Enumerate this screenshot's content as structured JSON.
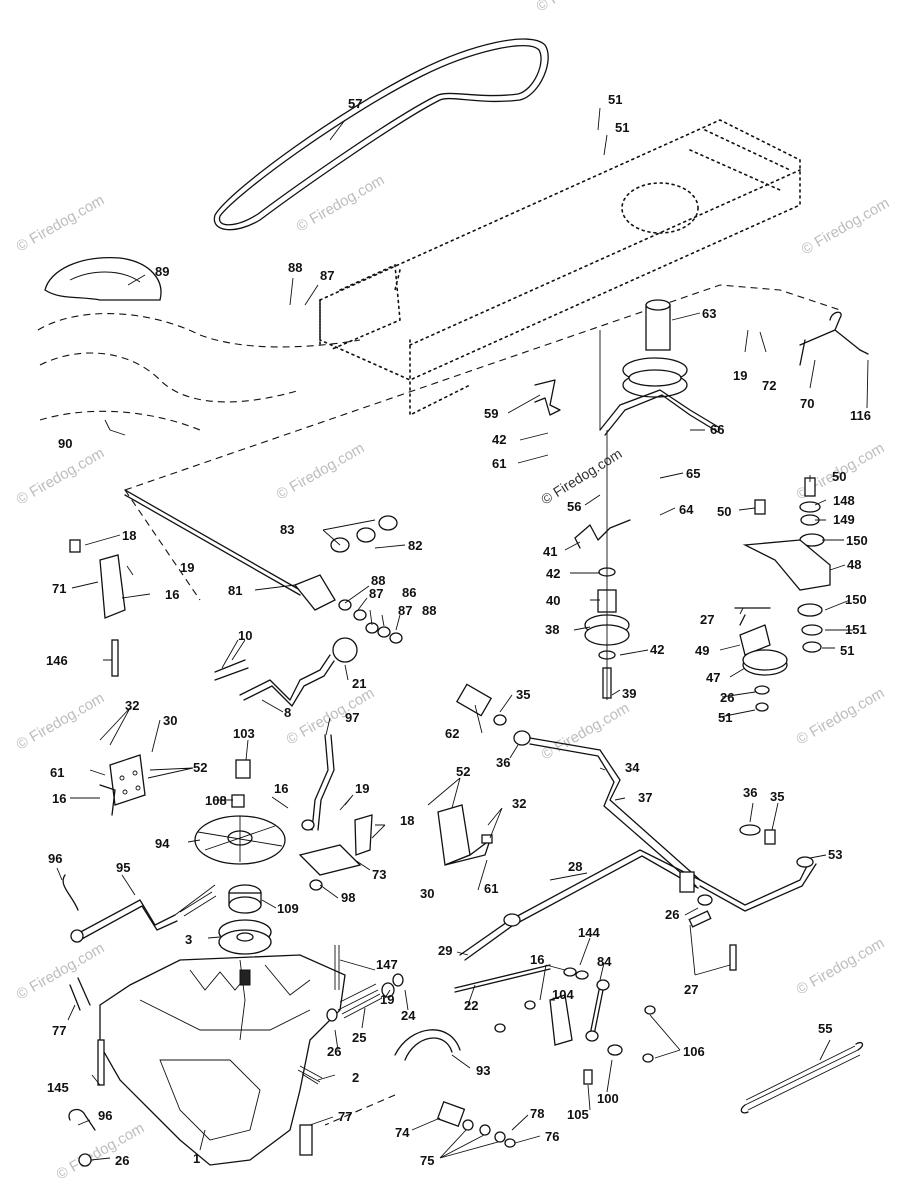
{
  "watermark": {
    "text": "© Firedog.com",
    "copyright": "© Firedog.com"
  },
  "labels": [
    {
      "id": "57",
      "text": "57"
    },
    {
      "id": "51a",
      "text": "51"
    },
    {
      "id": "51b",
      "text": "51"
    },
    {
      "id": "89",
      "text": "89"
    },
    {
      "id": "88a",
      "text": "88"
    },
    {
      "id": "87a",
      "text": "87"
    },
    {
      "id": "63",
      "text": "63"
    },
    {
      "id": "19a",
      "text": "19"
    },
    {
      "id": "72",
      "text": "72"
    },
    {
      "id": "70",
      "text": "70"
    },
    {
      "id": "116",
      "text": "116"
    },
    {
      "id": "59",
      "text": "59"
    },
    {
      "id": "42a",
      "text": "42"
    },
    {
      "id": "61a",
      "text": "61"
    },
    {
      "id": "66",
      "text": "66"
    },
    {
      "id": "90",
      "text": "90"
    },
    {
      "id": "65",
      "text": "65"
    },
    {
      "id": "56",
      "text": "56"
    },
    {
      "id": "64",
      "text": "64"
    },
    {
      "id": "50a",
      "text": "50"
    },
    {
      "id": "148",
      "text": "148"
    },
    {
      "id": "50b",
      "text": "50"
    },
    {
      "id": "149",
      "text": "149"
    },
    {
      "id": "150a",
      "text": "150"
    },
    {
      "id": "18a",
      "text": "18"
    },
    {
      "id": "83",
      "text": "83"
    },
    {
      "id": "82",
      "text": "82"
    },
    {
      "id": "41",
      "text": "41"
    },
    {
      "id": "48",
      "text": "48"
    },
    {
      "id": "19b",
      "text": "19"
    },
    {
      "id": "71",
      "text": "71"
    },
    {
      "id": "16a",
      "text": "16"
    },
    {
      "id": "81",
      "text": "81"
    },
    {
      "id": "88b",
      "text": "88"
    },
    {
      "id": "87b",
      "text": "87"
    },
    {
      "id": "86",
      "text": "86"
    },
    {
      "id": "87c",
      "text": "87"
    },
    {
      "id": "88c",
      "text": "88"
    },
    {
      "id": "42b",
      "text": "42"
    },
    {
      "id": "40",
      "text": "40"
    },
    {
      "id": "27a",
      "text": "27"
    },
    {
      "id": "150b",
      "text": "150"
    },
    {
      "id": "151",
      "text": "151"
    },
    {
      "id": "38",
      "text": "38"
    },
    {
      "id": "10",
      "text": "10"
    },
    {
      "id": "42c",
      "text": "42"
    },
    {
      "id": "49",
      "text": "49"
    },
    {
      "id": "51c",
      "text": "51"
    },
    {
      "id": "146",
      "text": "146"
    },
    {
      "id": "21",
      "text": "21"
    },
    {
      "id": "47",
      "text": "47"
    },
    {
      "id": "39",
      "text": "39"
    },
    {
      "id": "26a",
      "text": "26"
    },
    {
      "id": "35a",
      "text": "35"
    },
    {
      "id": "51d",
      "text": "51"
    },
    {
      "id": "32a",
      "text": "32"
    },
    {
      "id": "30a",
      "text": "30"
    },
    {
      "id": "8",
      "text": "8"
    },
    {
      "id": "97",
      "text": "97"
    },
    {
      "id": "62",
      "text": "62"
    },
    {
      "id": "103",
      "text": "103"
    },
    {
      "id": "36a",
      "text": "36"
    },
    {
      "id": "61b",
      "text": "61"
    },
    {
      "id": "52a",
      "text": "52"
    },
    {
      "id": "34",
      "text": "34"
    },
    {
      "id": "16b",
      "text": "16"
    },
    {
      "id": "108",
      "text": "108"
    },
    {
      "id": "16c",
      "text": "16"
    },
    {
      "id": "19c",
      "text": "19"
    },
    {
      "id": "52b",
      "text": "52"
    },
    {
      "id": "36b",
      "text": "36"
    },
    {
      "id": "35b",
      "text": "35"
    },
    {
      "id": "37",
      "text": "37"
    },
    {
      "id": "32b",
      "text": "32"
    },
    {
      "id": "18b",
      "text": "18"
    },
    {
      "id": "94",
      "text": "94"
    },
    {
      "id": "53",
      "text": "53"
    },
    {
      "id": "73",
      "text": "73"
    },
    {
      "id": "96a",
      "text": "96"
    },
    {
      "id": "95",
      "text": "95"
    },
    {
      "id": "30b",
      "text": "30"
    },
    {
      "id": "61c",
      "text": "61"
    },
    {
      "id": "28",
      "text": "28"
    },
    {
      "id": "98",
      "text": "98"
    },
    {
      "id": "109",
      "text": "109"
    },
    {
      "id": "26b",
      "text": "26"
    },
    {
      "id": "3",
      "text": "3"
    },
    {
      "id": "144",
      "text": "144"
    },
    {
      "id": "29",
      "text": "29"
    },
    {
      "id": "16d",
      "text": "16"
    },
    {
      "id": "84",
      "text": "84"
    },
    {
      "id": "147",
      "text": "147"
    },
    {
      "id": "27b",
      "text": "27"
    },
    {
      "id": "104",
      "text": "104"
    },
    {
      "id": "22",
      "text": "22"
    },
    {
      "id": "19d",
      "text": "19"
    },
    {
      "id": "24",
      "text": "24"
    },
    {
      "id": "77a",
      "text": "77"
    },
    {
      "id": "25",
      "text": "25"
    },
    {
      "id": "55",
      "text": "55"
    },
    {
      "id": "106",
      "text": "106"
    },
    {
      "id": "26c",
      "text": "26"
    },
    {
      "id": "93",
      "text": "93"
    },
    {
      "id": "145",
      "text": "145"
    },
    {
      "id": "100",
      "text": "100"
    },
    {
      "id": "2",
      "text": "2"
    },
    {
      "id": "105",
      "text": "105"
    },
    {
      "id": "96b",
      "text": "96"
    },
    {
      "id": "77b",
      "text": "77"
    },
    {
      "id": "78",
      "text": "78"
    },
    {
      "id": "74",
      "text": "74"
    },
    {
      "id": "76",
      "text": "76"
    },
    {
      "id": "75",
      "text": "75"
    },
    {
      "id": "1",
      "text": "1"
    },
    {
      "id": "26d",
      "text": "26"
    }
  ]
}
